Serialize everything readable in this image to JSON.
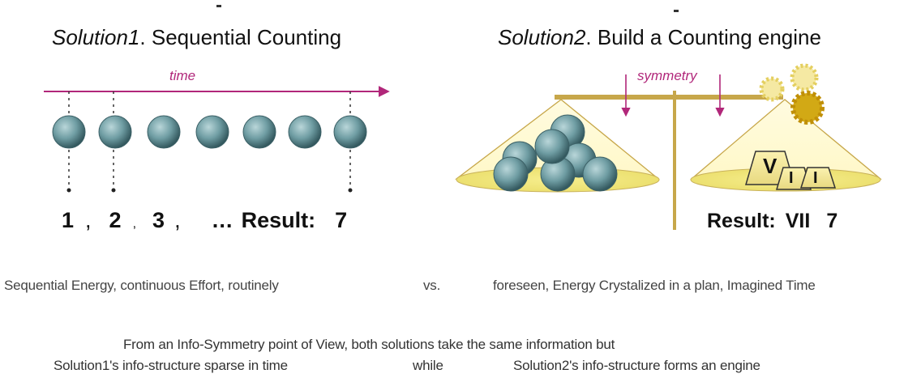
{
  "solution1": {
    "title_italic": "Solution1",
    "title_rest": ". Sequential Counting",
    "time_label": "time",
    "counts": [
      "1",
      ",",
      "2",
      ",",
      "3",
      ",",
      "…",
      "Result:",
      "7"
    ]
  },
  "solution2": {
    "title_italic": "Solution2",
    "title_rest": ". Build a Counting engine",
    "symmetry_label": "symmetry",
    "roman_letters": [
      "V",
      "I",
      "I"
    ],
    "result_label": "Result:",
    "result_roman": "VII",
    "result_num": "7"
  },
  "comparison": {
    "left": "Sequential Energy, continuous Effort, routinely",
    "vs": "vs.",
    "right": "foreseen, Energy Crystalized in a plan, Imagined Time"
  },
  "footer": {
    "line1": "From an Info-Symmetry point of View, both solutions take the same information but",
    "line2_left": "Solution1's info-structure sparse in time",
    "line2_mid": "while",
    "line2_right": "Solution2's info-structure forms an engine"
  },
  "colors": {
    "accent": "#b1277a",
    "sphere": "#6f9da3",
    "beam": "#c7a74a",
    "pan": "#f4ec8a",
    "gear": "#c9a011"
  }
}
